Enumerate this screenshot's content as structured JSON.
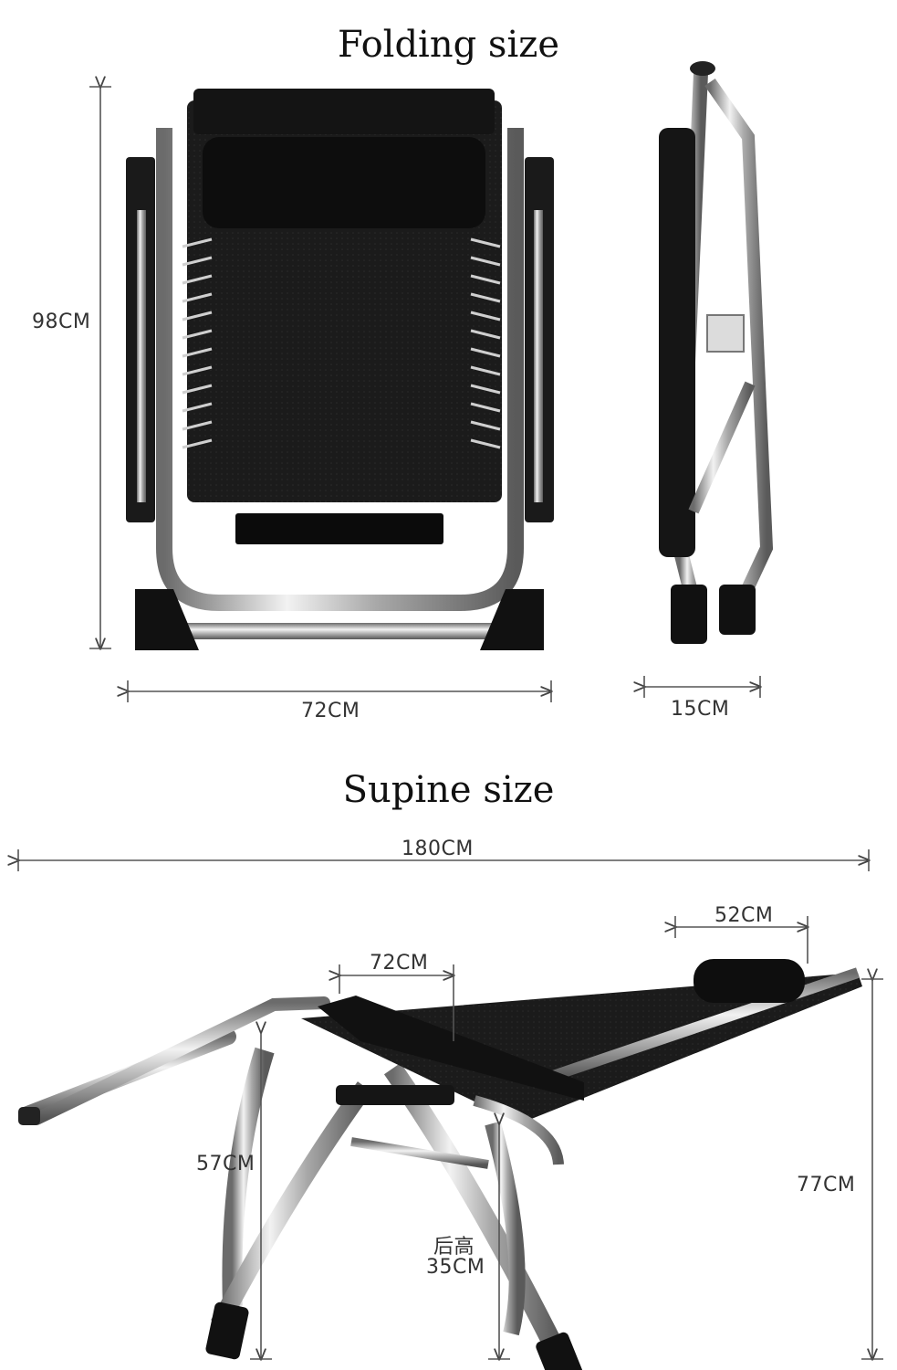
{
  "folding": {
    "title": "Folding size",
    "height_label": "98CM",
    "width_label": "72CM",
    "depth_label": "15CM"
  },
  "supine": {
    "title": "Supine size",
    "length_label": "180CM",
    "armrest_label": "72CM",
    "headrest_label": "52CM",
    "seat_height_label": "57CM",
    "total_height_label": "77CM",
    "back_height_cn_label": "后高",
    "back_height_label": "35CM"
  }
}
